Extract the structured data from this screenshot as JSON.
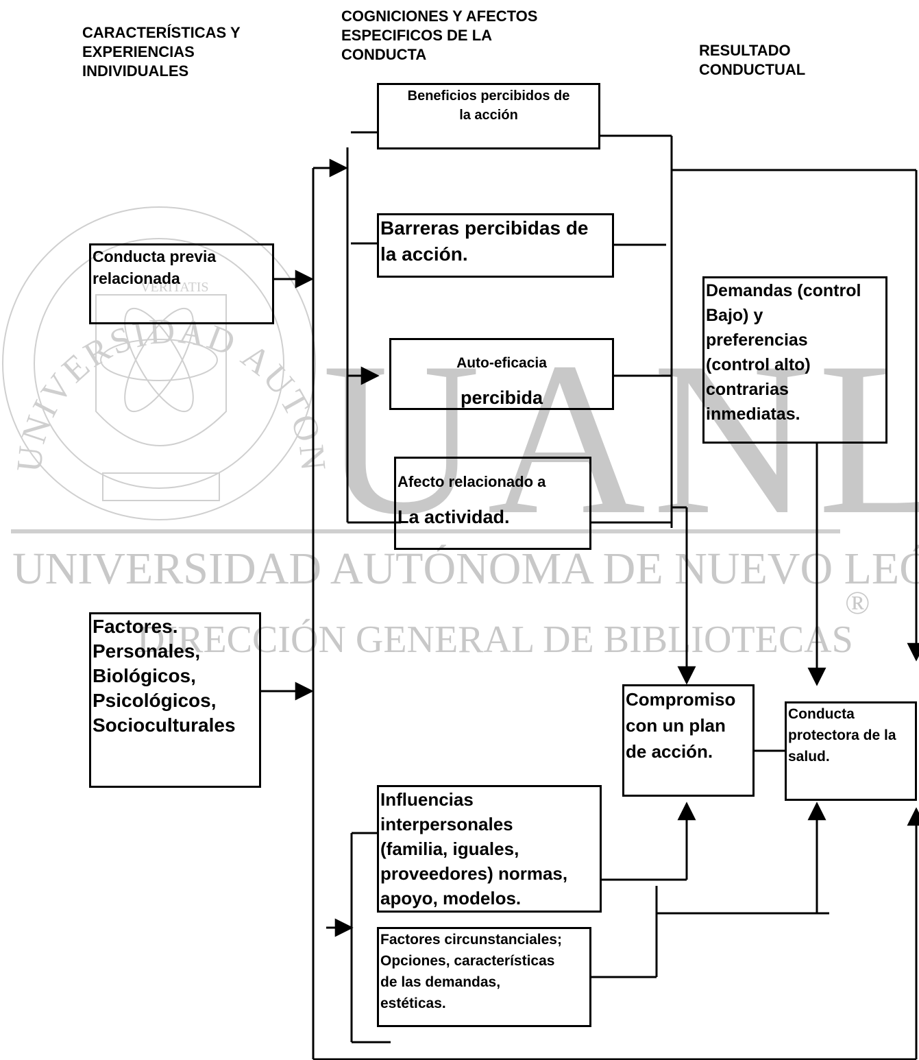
{
  "headers": {
    "col1": "CARACTERÍSTICAS Y\nEXPERIENCIAS\nINDIVIDUALES",
    "col2": "COGNICIONES Y AFECTOS\nESPECIFICOS DE  LA\nCONDUCTA",
    "col3": "RESULTADO\nCONDUCTUAL"
  },
  "boxes": {
    "beneficios": "Beneficios percibidos de\nla acción",
    "barreras": "Barreras percibidas de\nla acción.",
    "autoeficacia_l1": "Auto-eficacia",
    "autoeficacia_l2": "percibida",
    "afecto_l1": "Afecto relacionado a",
    "afecto_l2": "La actividad.",
    "conducta_previa": "Conducta previa\nrelacionada",
    "factores_personales": "Factores.\nPersonales,\nBiológicos,\nPsicológicos,\nSocioculturales",
    "influencias": "Influencias\ninterpersonales\n(familia, iguales,\nproveedores) normas,\napoyo, modelos.",
    "circunstanciales": "Factores circunstanciales;\nOpciones, características\nde las demandas,\nestéticas.",
    "demandas": "Demandas (control\nBajo) y\npreferencias\n(control alto)\ncontrarias\ninmediatas.",
    "compromiso": "Compromiso\ncon un plan\nde acción.",
    "conducta_protectora": "Conducta\nprotectora de la\nsalud."
  },
  "watermark": {
    "letters": "UANL",
    "university": "UNIVERSIDAD AUTÓNOMA DE NUEVO LEÓN",
    "direccion": "DIRECCIÓN GENERAL DE BIBLIOTECAS",
    "registered": "®",
    "seal_text": "UNIVERSIDAD AUTONOMA DE NUEVO LEON",
    "motto": "VERITATIS"
  }
}
